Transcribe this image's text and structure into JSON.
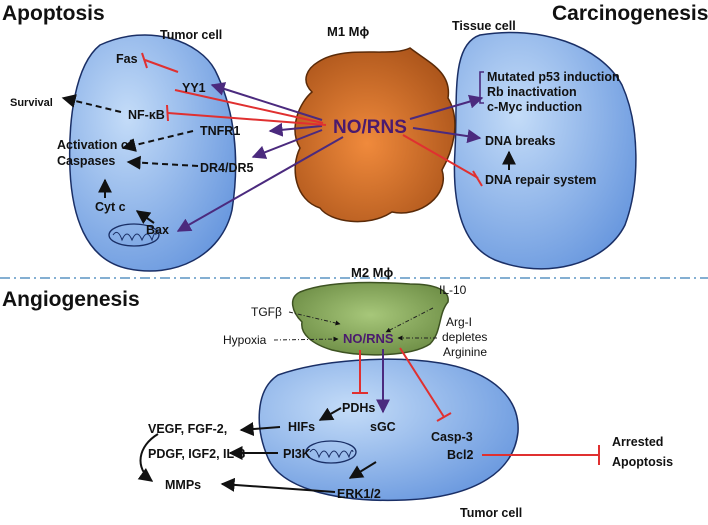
{
  "sections": {
    "apoptosis": "Apoptosis",
    "carcinogenesis": "Carcinogenesis",
    "angiogenesis": "Angiogenesis"
  },
  "cells": {
    "tumor_top": "Tumor cell",
    "tissue": "Tissue cell",
    "tumor_bottom": "Tumor cell"
  },
  "macrophages": {
    "m1": "M1 Mϕ",
    "m1_mediator": "NO/RNS",
    "m2": "M2 Mϕ",
    "m2_mediator": "NO/RNS"
  },
  "apoptosis_nodes": {
    "fas": "Fas",
    "yy1": "YY1",
    "survival": "Survival",
    "nfkb": "NF-κB",
    "tnfr1": "TNFR1",
    "activation_line1": "Activation of",
    "activation_line2": "Caspases",
    "dr4dr5": "DR4/DR5",
    "cytc": "Cyt c",
    "bax": "Bax"
  },
  "carcinogenesis_nodes": {
    "p53": "Mutated p53 induction",
    "rb": "Rb inactivation",
    "cmyc": "c-Myc induction",
    "dna_breaks": "DNA breaks",
    "dna_repair": "DNA repair system"
  },
  "angiogenesis_nodes": {
    "tgfb": "TGFβ",
    "il10": "IL-10",
    "hypoxia": "Hypoxia",
    "arg_line1": "Arg-I",
    "arg_line2": "depletes",
    "arg_line3": "Arginine",
    "pdhs": "PDHs",
    "hifs": "HIFs",
    "sgc": "sGC",
    "casp3": "Casp-3",
    "bcl2": "Bcl2",
    "pi3k": "PI3K",
    "erk": "ERK1/2",
    "growth_line1": "VEGF, FGF-2,",
    "growth_line2": "PDGF, IGF2, IL-8",
    "mmps": "MMPs",
    "arrested_line1": "Arrested",
    "arrested_line2": "Apoptosis"
  },
  "colors": {
    "cell_fill_light": "#c4dcf8",
    "cell_fill_dark": "#5d8fdb",
    "m1_fill_light": "#f08a3c",
    "m1_fill_dark": "#9e4a14",
    "m2_fill_light": "#a7c77a",
    "m2_fill_dark": "#5a7a34",
    "activation_arrow": "#4b2a7e",
    "inhibition_arrow": "#e03030",
    "divider": "#3a7fb8"
  }
}
